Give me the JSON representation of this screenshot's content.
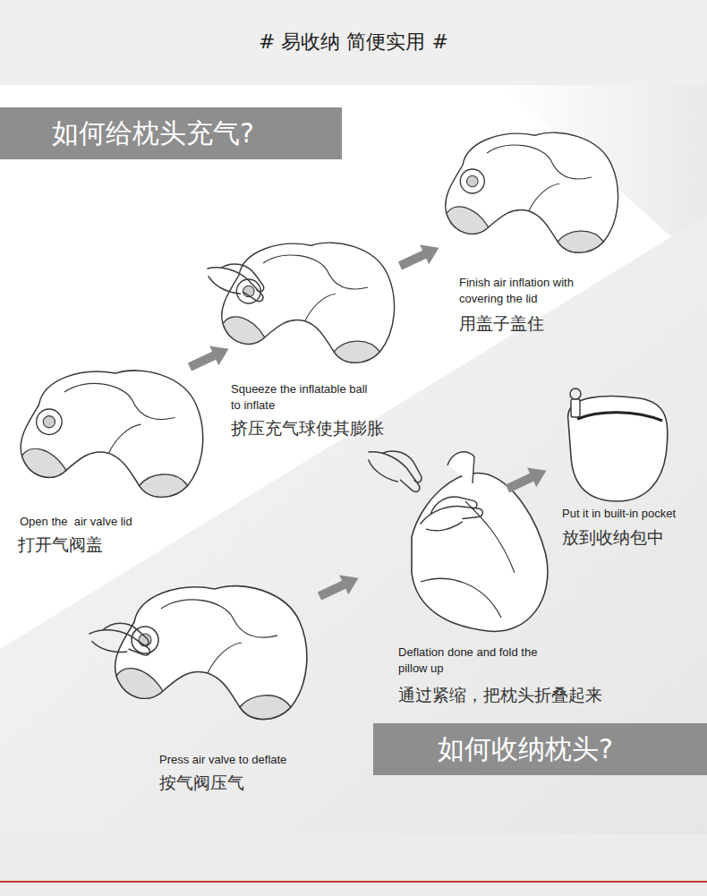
{
  "diagram": {
    "title": "# 易收纳 简便实用 #",
    "nodes": [
      {
        "text": [
          "如何给枕头充气?"
        ]
      },
      {
        "text": [
          "如何收纳枕头?"
        ]
      }
    ],
    "labels": [
      "Open the  air valve lid",
      "打开气阀盖",
      "Squeeze the inflatable ball to inflate",
      "挤压充气球使其膨胀",
      "Finish air inflation with covering the lid",
      "用盖子盖住",
      "Put it in built-in pocket",
      "放到收纳包中",
      "Deflation done and fold the pillow up",
      "通过紧缩，把枕头折叠起来",
      "Press air valve to deflate",
      "按气阀压气"
    ]
  }
}
